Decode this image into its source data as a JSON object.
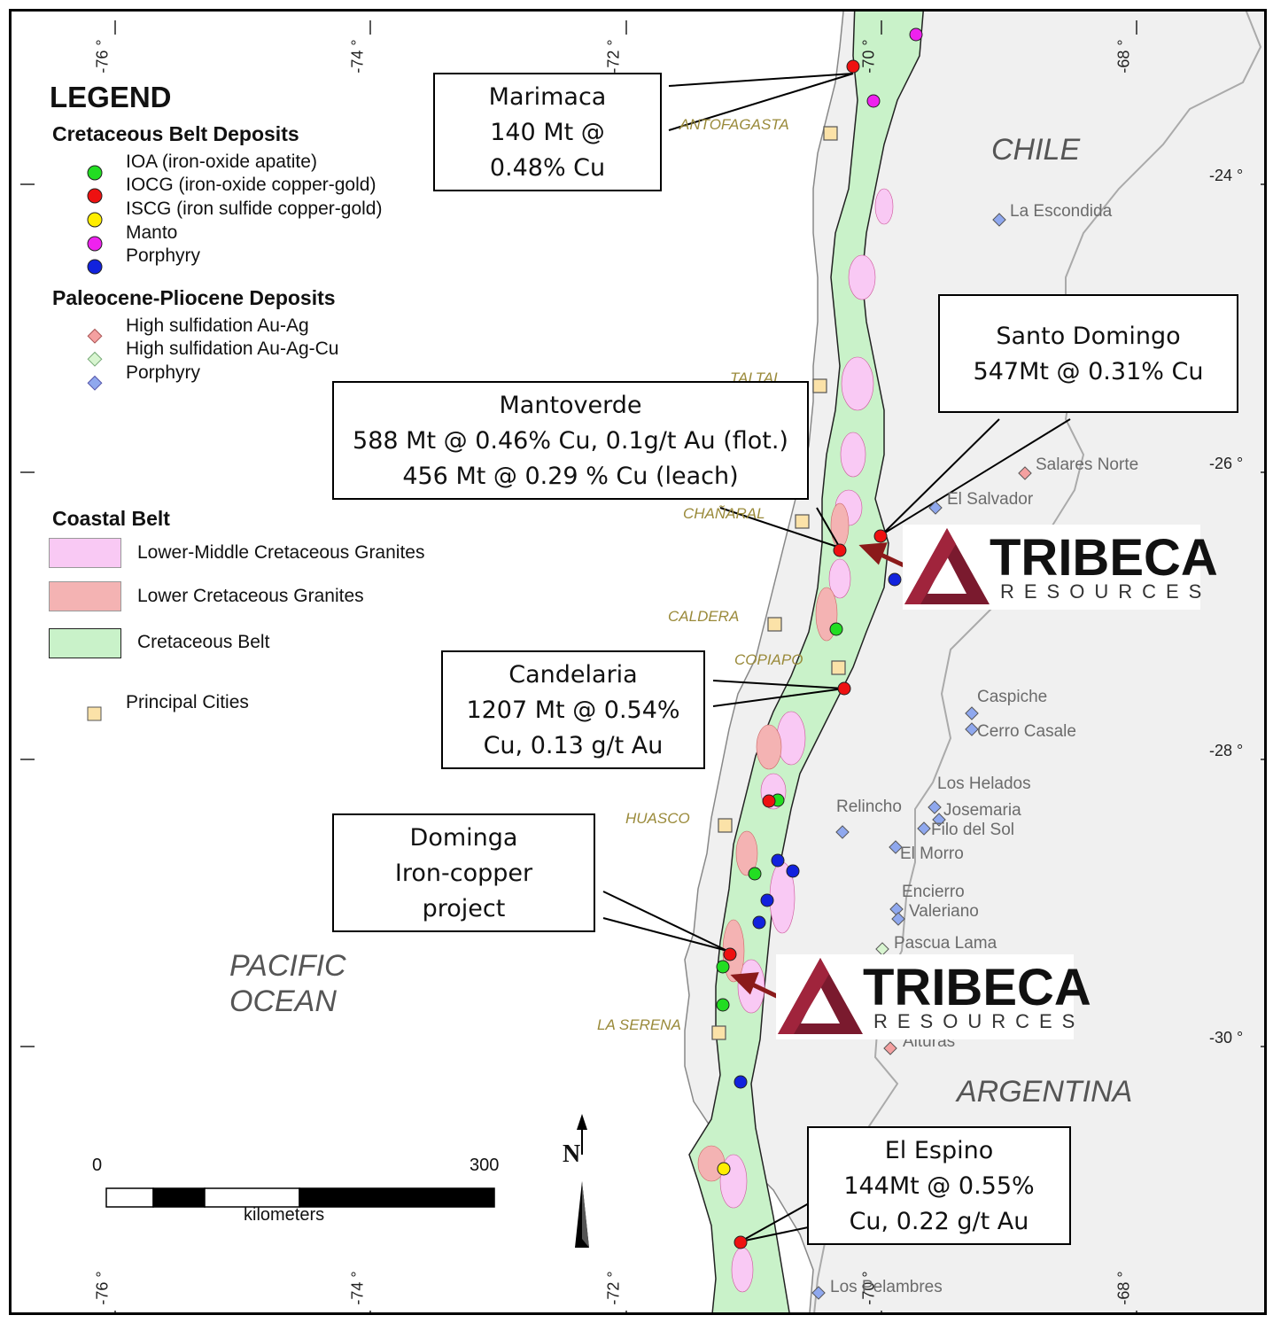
{
  "legend": {
    "title": "LEGEND",
    "cretaceous_title": "Cretaceous Belt Deposits",
    "cretaceous_items": [
      {
        "label": "IOA (iron-oxide apatite)",
        "color": "#22dd22"
      },
      {
        "label": "IOCG (iron-oxide copper-gold)",
        "color": "#ee1111"
      },
      {
        "label": "ISCG (iron sulfide copper-gold)",
        "color": "#ffee00"
      },
      {
        "label": "Manto",
        "color": "#ee22ee"
      },
      {
        "label": "Porphyry",
        "color": "#1122dd"
      }
    ],
    "paleocene_title": "Paleocene-Pliocene Deposits",
    "paleocene_items": [
      {
        "label": "High sulfidation Au-Ag",
        "color": "#f4a0a0"
      },
      {
        "label": "High sulfidation Au-Ag-Cu",
        "color": "#d8f5d0"
      },
      {
        "label": "Porphyry",
        "color": "#8fa8ee"
      }
    ],
    "coastal_title": "Coastal Belt",
    "coastal_items": [
      {
        "label": "Lower-Middle Cretaceous Granites",
        "color": "#f9c9f4"
      },
      {
        "label": "Lower Cretaceous Granites",
        "color": "#f4b3b3"
      },
      {
        "label": "Cretaceous Belt",
        "color": "#c9f2c9"
      }
    ],
    "cities_label": "Principal Cities",
    "city_color": "#fbe2a8"
  },
  "ticks": {
    "top": [
      "-76 °",
      "-74 °",
      "-72 °",
      "-70 °",
      "-68 °"
    ],
    "bottom": [
      "-76 °",
      "-74 °",
      "-72 °",
      "-70 °",
      "-68 °"
    ],
    "right": [
      "-24 °",
      "-26 °",
      "-28 °",
      "-30 °"
    ]
  },
  "cities": [
    "ANTOFAGASTA",
    "TALTAL",
    "CHAÑARAL",
    "CALDERA",
    "COPIAPO",
    "HUASCO",
    "LA SERENA"
  ],
  "places": [
    "La Escondida",
    "Salares Norte",
    "El Salvador",
    "Caspiche",
    "Cerro Casale",
    "Los Helados",
    "Relincho",
    "Josemaria",
    "Filo del Sol",
    "El Morro",
    "Encierro",
    "Valeriano",
    "Pascua Lama",
    "Alturas",
    "Los Pelambres"
  ],
  "countries": {
    "chile": "CHILE",
    "argentina": "ARGENTINA"
  },
  "ocean": {
    "line1": "PACIFIC",
    "line2": "OCEAN"
  },
  "callouts": {
    "marimaca": [
      "Marimaca",
      "140 Mt @",
      "0.48% Cu"
    ],
    "santo_domingo": [
      "Santo Domingo",
      "547Mt @ 0.31% Cu"
    ],
    "mantoverde": [
      "Mantoverde",
      "588 Mt @ 0.46% Cu, 0.1g/t Au (flot.)",
      "456 Mt @ 0.29 % Cu (leach)"
    ],
    "candelaria": [
      "Candelaria",
      "1207 Mt @ 0.54%",
      "Cu, 0.13 g/t Au"
    ],
    "dominga": [
      "Dominga",
      "Iron-copper",
      "project"
    ],
    "el_espino": [
      "El Espino",
      "144Mt @ 0.55%",
      "Cu, 0.22 g/t Au"
    ]
  },
  "logo": {
    "name": "TRIBECA",
    "sub": "RESOURCES",
    "color": "#7a1a2e"
  },
  "scale": {
    "start": "0",
    "end": "300",
    "unit": "kilometers"
  },
  "north": "N",
  "colors": {
    "belt": "#c9f2c9",
    "land": "#f0f0f0",
    "sea": "#ffffff",
    "arrow": "#8b1a1a"
  }
}
